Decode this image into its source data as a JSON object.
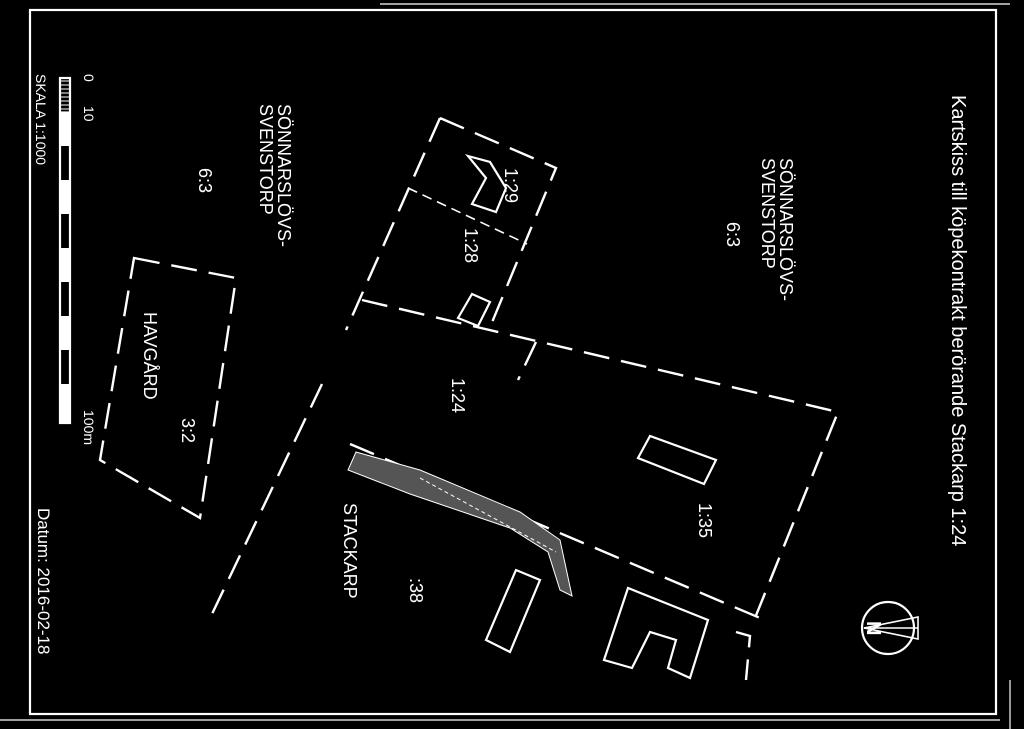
{
  "map": {
    "title": "Kartskiss till köpekontrakt berörande Stackarp 1:24",
    "date": "Datum: 2016-02-18",
    "north_symbol": "N",
    "regions": {
      "sonnarslov_top_line1": "SÖNNARSLÖVS-",
      "sonnarslov_top_line2": "SVENSTORP",
      "sonnarslov_top_number": "6:3",
      "sonnarslov_left_line1": "SÖNNARSLÖVS-",
      "sonnarslov_left_line2": "SVENSTORP",
      "sonnarslov_left_number": "6:3",
      "havgard_name": "HAVGÅRD",
      "havgard_number": "3:2",
      "stackarp_name": "STACKARP"
    },
    "parcels": {
      "p129": "1:29",
      "p128": "1:28",
      "p124": "1:24",
      "p135": "1:35",
      "p38": ":38"
    },
    "scale": {
      "label": "SKALA 1:1000",
      "tick_0": "0",
      "tick_10": "10",
      "tick_100": "100m"
    },
    "colors": {
      "background": "#000000",
      "lines": "#ffffff"
    }
  }
}
